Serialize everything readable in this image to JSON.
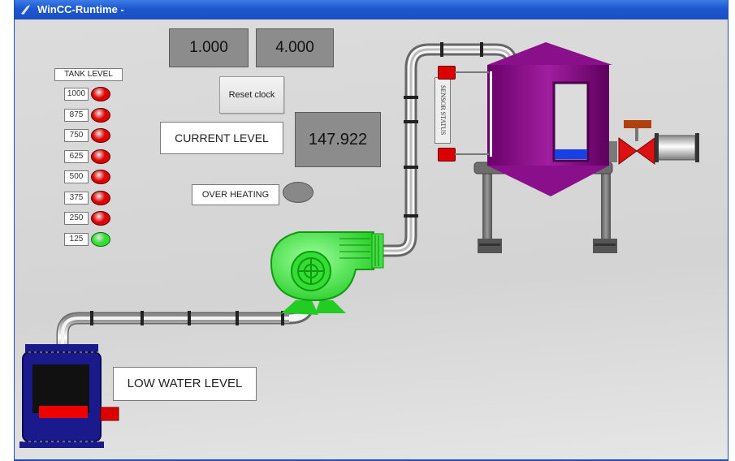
{
  "window": {
    "title": "WinCC-Runtime -"
  },
  "displays": {
    "value_a": "1.000",
    "value_b": "4.000",
    "current_level_value": "147.922"
  },
  "buttons": {
    "reset_clock": "Reset clock"
  },
  "labels": {
    "tank_level": "TANK LEVEL",
    "current_level": "CURRENT LEVEL",
    "over_heating": "OVER HEATING",
    "low_water_level": "LOW WATER LEVEL",
    "sensor_status": "SENSOR STATUS"
  },
  "tank_levels": [
    {
      "value": "1000",
      "state": "red"
    },
    {
      "value": "875",
      "state": "red"
    },
    {
      "value": "750",
      "state": "red"
    },
    {
      "value": "625",
      "state": "red"
    },
    {
      "value": "500",
      "state": "red"
    },
    {
      "value": "375",
      "state": "red"
    },
    {
      "value": "250",
      "state": "red"
    },
    {
      "value": "125",
      "state": "green"
    }
  ],
  "colors": {
    "lamp_red": "#e00000",
    "lamp_green": "#33dd33",
    "lamp_gray": "#888888",
    "tank": "#8a0f8a",
    "pump": "#33ee33",
    "motor": "#1a1a8c",
    "valve": "#dd1111"
  }
}
